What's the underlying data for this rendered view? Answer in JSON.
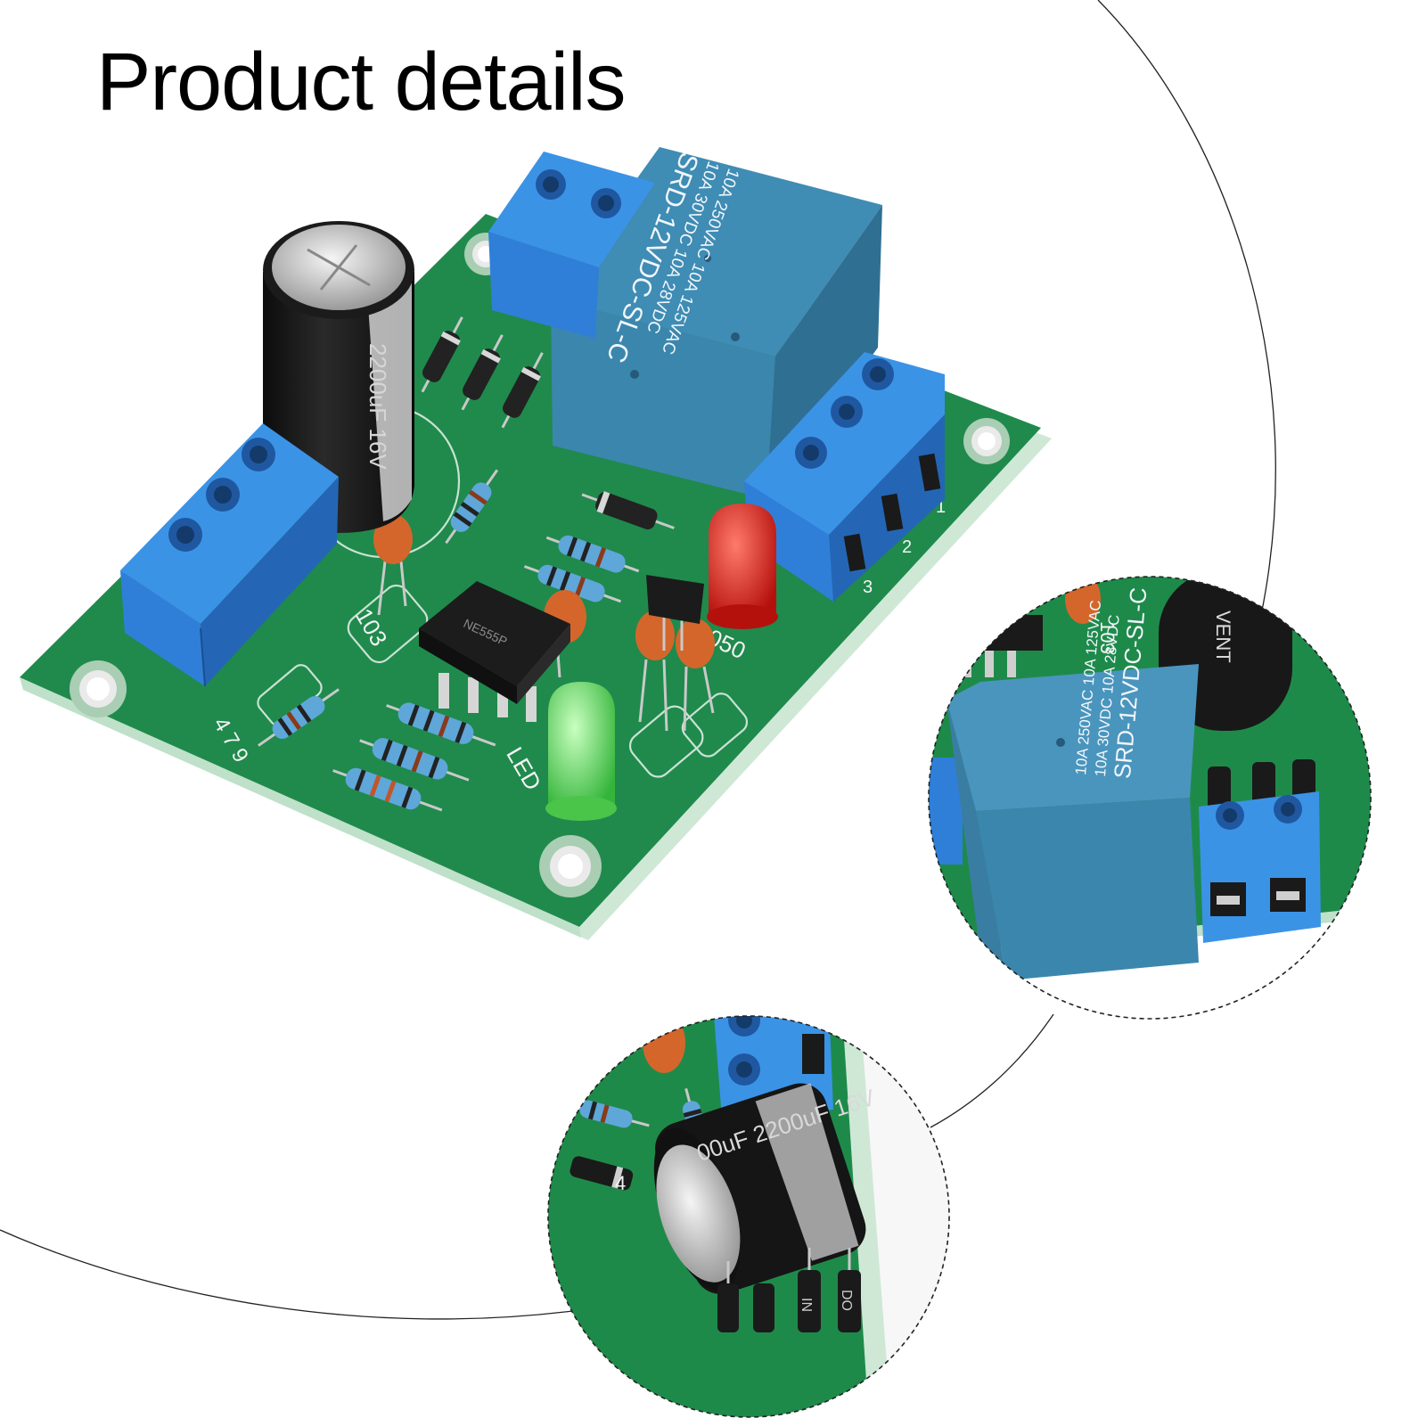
{
  "page": {
    "title": "Product details"
  },
  "colors": {
    "pcb": "#1f8a4c",
    "pcb_dark": "#0f5e31",
    "terminal": "#2f7fd9",
    "relay": "#3b86ad",
    "capacitor": "#1b1b1b",
    "led_red": "#d8201b",
    "led_green": "#5cd65a",
    "ceramic_cap": "#d4662c"
  },
  "board": {
    "relay_lines": [
      "10A 250VAC  10A 125VAC",
      "10A 30VDC  10A 28VDC",
      "SRD-12VDC-SL-C"
    ],
    "capacitor_text": "2200uF 16V",
    "ic_text": "NE555P",
    "labels": [
      "103",
      "4 7 9",
      "LED",
      "050",
      "1",
      "2",
      "3"
    ]
  },
  "zoom_relay": {
    "relay_lines": [
      "10A 250VAC  10A 125VAC",
      "10A 30VDC  10A 28VDC",
      "SRD-12VDC-SL-C"
    ],
    "labels": [
      "103",
      "VENT"
    ]
  },
  "zoom_capacitor": {
    "capacitor_text": "00uF 2200uF 16V",
    "labels": [
      "DO",
      "IN",
      "4"
    ]
  }
}
